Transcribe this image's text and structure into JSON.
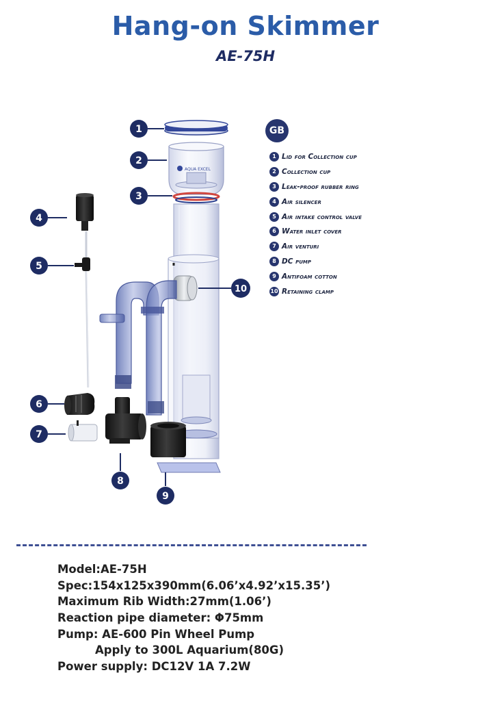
{
  "colors": {
    "brand": "#2b5ca8",
    "navy": "#1e2c63",
    "badge": "#27356e",
    "text": "#222222"
  },
  "header": {
    "title": "Hang-on Skimmer",
    "model": "AE-75H"
  },
  "legend": {
    "language": "GB",
    "items": [
      {
        "number": "1",
        "label": "Lid for Collection cup"
      },
      {
        "number": "2",
        "label": "Collection cup"
      },
      {
        "number": "3",
        "label": "Leak-proof rubber ring"
      },
      {
        "number": "4",
        "label": "Air silencer"
      },
      {
        "number": "5",
        "label": "Air intake control valve"
      },
      {
        "number": "6",
        "label": "Water inlet cover"
      },
      {
        "number": "7",
        "label": "Air venturi"
      },
      {
        "number": "8",
        "label": "DC pump"
      },
      {
        "number": "9",
        "label": "Antifoam cotton"
      },
      {
        "number": "10",
        "label": "Retaining clamp"
      }
    ]
  },
  "diagram": {
    "brand_mark": "AQUA EXCEL",
    "callouts": [
      "1",
      "2",
      "3",
      "4",
      "5",
      "6",
      "7",
      "8",
      "9",
      "10"
    ]
  },
  "specs": [
    "Model:AE-75H",
    "Spec:154x125x390mm(6.06’x4.92’x15.35’)",
    "Maximum Rib Width:27mm(1.06’)",
    "Reaction pipe diameter: Φ75mm",
    "Pump: AE-600 Pin Wheel Pump",
    "Apply to 300L Aquarium(80G)",
    "Power supply: DC12V 1A 7.2W"
  ]
}
